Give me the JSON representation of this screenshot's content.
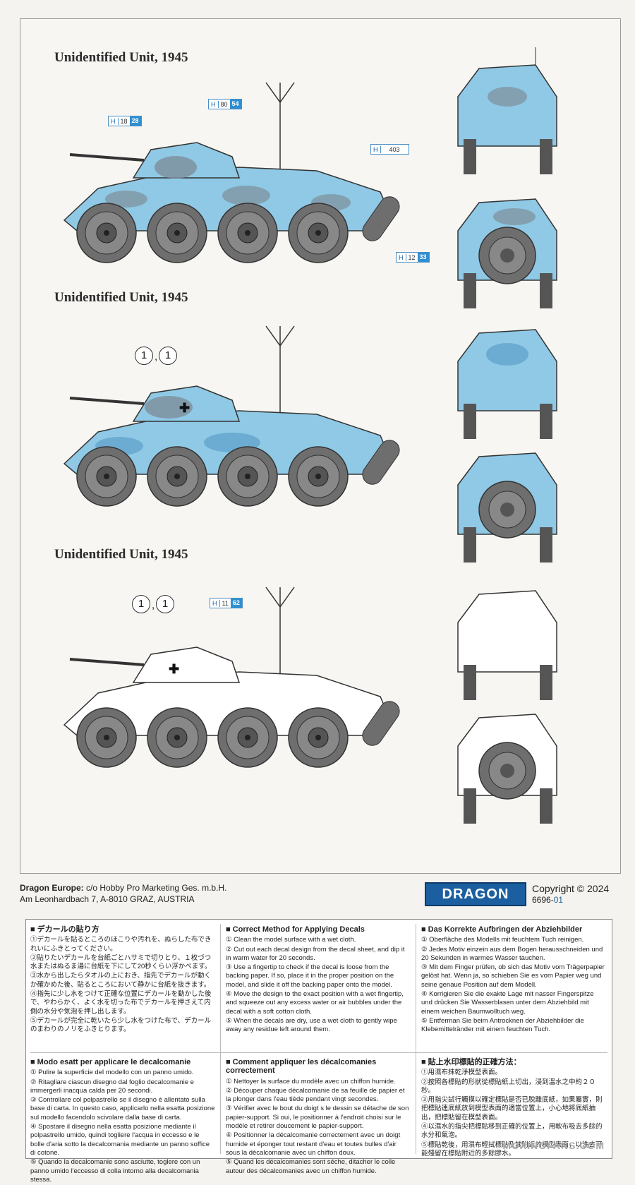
{
  "sections": [
    {
      "title": "Unidentified Unit, 1945"
    },
    {
      "title": "Unidentified Unit, 1945"
    },
    {
      "title": "Unidentified Unit, 1945"
    }
  ],
  "decals": {
    "s1_turret": {
      "h": "H",
      "n": "18",
      "b": "28"
    },
    "s1_top": {
      "h": "H",
      "n": "80",
      "b": "54"
    },
    "s1_rear": {
      "h": "H",
      "n": "403"
    },
    "s1_bottom": {
      "h": "H",
      "n": "12",
      "b": "33"
    },
    "s2_a": "1",
    "s2_b": "1",
    "comma": ",",
    "s3_a": "1",
    "s3_b": "1",
    "s3_ref": {
      "h": "H",
      "n": "11",
      "b": "62"
    }
  },
  "colors": {
    "camo_blue": "#8fc9e6",
    "camo_grey": "#7d8f9a",
    "tire": "#6e6e6e"
  },
  "footer": {
    "line1_bold": "Dragon Europe:",
    "line1_rest": " c/o Hobby Pro Marketing Ges. m.b.H.",
    "line2": "Am Leonhardbach 7, A-8010 GRAZ, AUSTRIA",
    "logo": "DRAGON",
    "copyright": "Copyright © 2024",
    "code_main": "6696-",
    "code_suffix": "01"
  },
  "instructions": {
    "ja": {
      "title": "デカールの貼り方",
      "steps": [
        "①デカールを貼るところのほこりや汚れを、ぬらした布できれいにふきとってください。",
        "②貼りたいデカールを台紙ごとハサミで切りとり、１枚づつ水またはぬるま湯に台紙を下にして20秒くらい浮かべます。",
        "③水から出したらタオルの上におき、指先でデカールが動くか確かめた後、貼るところにおいて静かに台紙を抜きます。",
        "④指先に少し水をつけて正確な位置にデカールを動かした後で、やわらかく、よく水を切った布でデカールを押さえて内側の水分や気泡を押し出します。",
        "⑤デカールが完全に乾いたら少し水をつけた布で、デカールのまわりのノリをふきとります。"
      ]
    },
    "en": {
      "title": "Correct Method for Applying Decals",
      "steps": [
        "① Clean the model surface with a wet cloth.",
        "② Cut out each decal design from the decal sheet, and dip it in warm water for 20 seconds.",
        "③ Use a fingertip to check if the decal is loose from the backing paper. If so, place it in the proper position on the model, and slide it off the backing paper onto the model.",
        "④ Move the design to the exact position with a wet fingertip, and squeeze out any excess water or air bubbles under the decal with a soft cotton cloth.",
        "⑤ When the decals are dry, use a wet cloth to gently wipe away any residue left around them."
      ]
    },
    "de": {
      "title": "Das Korrekte Aufbringen der Abziehbilder",
      "steps": [
        "① Oberfläche des Modells mit feuchtem Tuch reinigen.",
        "② Jedes Motiv einzein aus dem Bogen herausschneiden und 20 Sekunden in warmes Wasser tauchen.",
        "③ Mit dem Finger prüfen, ob sich das Motiv vom Trägerpapier gelöst hat. Wenn ja, so schieben Sie es vom Papier weg und seine genaue Position auf dem Modell.",
        "④ Korrigieren Sie die exakte Lage mit nasser Fingerspitze und drücken Sie Wasserblasen unter dem Abziehbild mit einem weichen Baumwolltuch weg.",
        "⑤ Entferman Sie beim Antrocknen der Abziehbilder die Klebemittelränder mit einem feuchten Tuch."
      ]
    },
    "it": {
      "title": "Modo esatt per applicare le decalcomanie",
      "steps": [
        "① Pulire la superficie del modello con un panno umido.",
        "② Ritagliare ciascun disegno dal foglio decalcomanie e immergerli inacqua calda per 20 secondi.",
        "③ Controllare col polpastrello se il disegno è allentato sulla base di carta. In questo caso, applicarlo nella esatta posizione sul modello facendolo scivolare dalla base di carta.",
        "④ Spostare il disegno nella esatta posizione mediante il polpastrello umido, quindi togliere l'acqua in eccesso e le bolle d'aria sotto la decalcomania mediante un panno soffice di cotone.",
        "⑤ Quando la decalcomanie sono asciutte, toglere con un panno umido l'eccesso di colla intorno alla decalcomania stessa."
      ]
    },
    "fr": {
      "title": "Comment appliquer les décalcomanies correctement",
      "steps": [
        "① Nettoyer la surface du modèle avec un chiffon humide.",
        "② Découper chaque décalcomanie de sa feuille de papier et la plonger dans l'eau tiède pendant vingt secondes.",
        "③ Vérifier avec le bout du doigt s le dessin se détache de son papier-support. Si oui, le positionner à l'endroit choisi sur le modèle et retirer doucement le papier-support.",
        "④ Positionner la décalcomanie correctement avec un doigt humide et éponger tout restant d'eau et toutes bulles d'air sous la décalcomanie avec un chiffon doux.",
        "⑤ Quand les décalcomanies sont séche, ditacher le colle autour des décalcomanies avec un chiffon humide."
      ]
    },
    "zh": {
      "title": "貼上水印標貼的正確方法：",
      "steps": [
        "①用濕布抹乾淨模型表面。",
        "②按照各標貼的形狀從標貼紙上切出，浸到溫水之中約２０秒。",
        "③用指尖試行觸摸以確定標貼是否已脫離底紙，如果屬實，則把標貼連底紙放到模型表面的適當位置上，小心地將底紙抽出，把標貼留在模型表面。",
        "④以濕水的指尖把標貼移到正確的位置上，用軟布吸去多餘的水分和氣泡。",
        "⑤標貼乾後，用濕布輕拭標貼及其附近的模型表面，以洗去可能殘留在標貼附近的多餘膠水。"
      ]
    }
  },
  "watermark": "MOXINGFANS.COM"
}
